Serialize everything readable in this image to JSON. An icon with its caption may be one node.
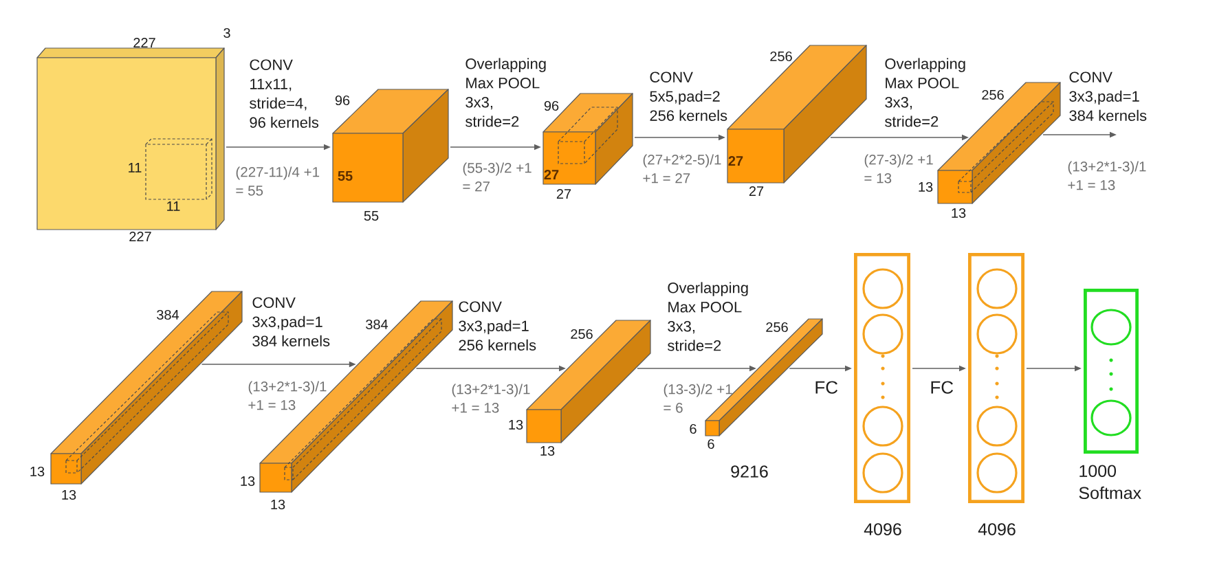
{
  "diagram": {
    "nodes": [
      {
        "text": [
          "11",
          "11"
        ],
        "beside": [
          "227",
          "3",
          "227"
        ]
      },
      {
        "text": [
          "96",
          "55"
        ],
        "beside": [
          "55"
        ]
      },
      {
        "text": [
          "96",
          "27"
        ],
        "beside": [
          "27"
        ]
      },
      {
        "text": [
          "27"
        ],
        "beside": [
          "256",
          "27"
        ]
      },
      {
        "text": [],
        "shape": "cuboid",
        "beside": [
          "256",
          "13",
          "13"
        ]
      },
      {
        "text": [],
        "shape": "cuboid",
        "beside": [
          "384",
          "13",
          "13"
        ]
      },
      {
        "text": [],
        "shape": "cuboid",
        "beside": [
          "384",
          "13",
          "13"
        ]
      },
      {
        "text": [],
        "shape": "cuboid",
        "beside": [
          "256",
          "13",
          "13"
        ]
      },
      {
        "text": [],
        "shape": "cuboid",
        "beside": [
          "256",
          "6",
          "6",
          "9216"
        ]
      },
      {
        "text": [],
        "shape": "box",
        "beside": [
          "4096"
        ]
      },
      {
        "text": [],
        "shape": "box",
        "beside": [
          "4096"
        ]
      },
      {
        "text": [],
        "shape": "box",
        "beside": [
          "1000 Softmax"
        ]
      }
    ],
    "edges": [
      {
        "from": 0,
        "to": 1,
        "arrow": "to",
        "label": "CONV 11x11, stride=4, 96 kernels"
      },
      {
        "from": 1,
        "to": 2,
        "arrow": "to",
        "label": "Overlapping Max POOL 3x3, stride=2"
      },
      {
        "from": 2,
        "to": 3,
        "arrow": "to",
        "label": "CONV 5x5,pad=2 256 kernels"
      },
      {
        "from": 3,
        "to": 4,
        "arrow": "to",
        "label": "Overlapping Max POOL 3x3, stride=2"
      },
      {
        "from": 4,
        "to": null,
        "arrow": "to",
        "label": "CONV 3x3,pad=1 384 kernels"
      },
      {
        "from": 5,
        "to": 6,
        "arrow": "to",
        "label": "CONV 3x3,pad=1 384 kernels"
      },
      {
        "from": 6,
        "to": 7,
        "arrow": "to",
        "label": "CONV 3x3,pad=1 256 kernels"
      },
      {
        "from": 7,
        "to": 8,
        "arrow": "to",
        "label": "Overlapping Max POOL 3x3, stride=2"
      },
      {
        "from": 8,
        "to": 9,
        "arrow": "to",
        "label": "FC"
      },
      {
        "from": 9,
        "to": 10,
        "arrow": "to",
        "label": "FC"
      },
      {
        "from": 10,
        "to": 11,
        "arrow": "to"
      }
    ],
    "labels": [
      "(227-11)/4 +1 = 55",
      "(55-3)/2 +1 = 27",
      "(27+2*2-5)/1 +1 = 27",
      "(27-3)/2 +1 = 13",
      "(13+2*1-3)/1 +1 = 13",
      "(13+2*1-3)/1 +1 = 13",
      "(13+2*1-3)/1 +1 = 13",
      "(13-3)/2 +1 = 6"
    ]
  }
}
